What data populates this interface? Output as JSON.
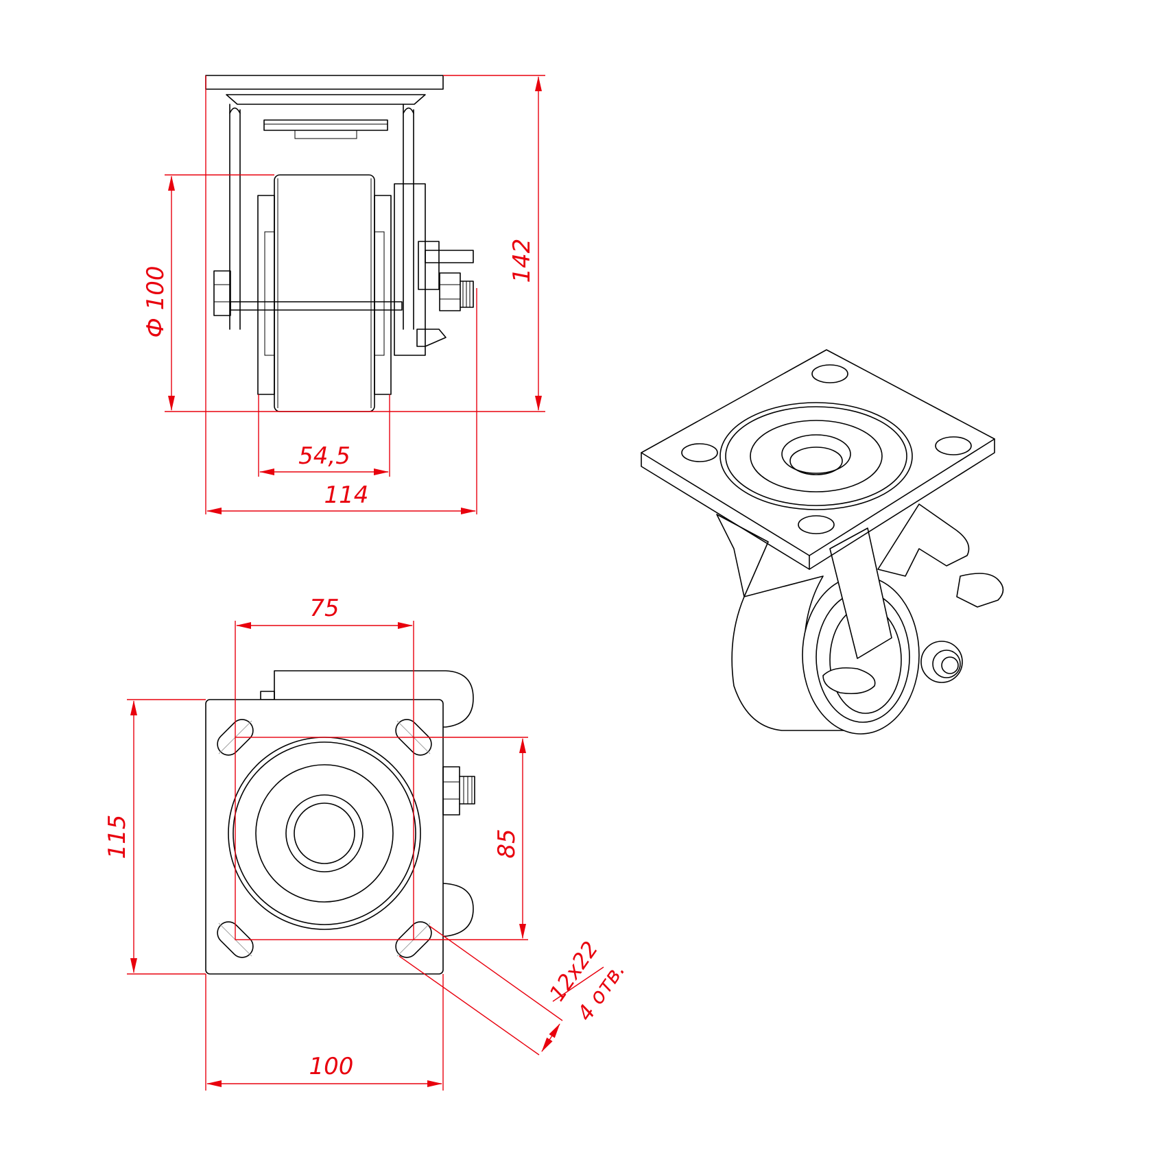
{
  "dimensions": {
    "wheel_diameter": "Ф 100",
    "total_height": "142",
    "wheel_width": "54,5",
    "overall_width": "114",
    "hole_spacing_x": "75",
    "hole_spacing_y": "85",
    "plate_length": "115",
    "plate_width": "100",
    "slot_size": "12x22",
    "hole_count": "4 отв."
  },
  "colors": {
    "outline": "#000000",
    "dimension": "#e8000d"
  }
}
